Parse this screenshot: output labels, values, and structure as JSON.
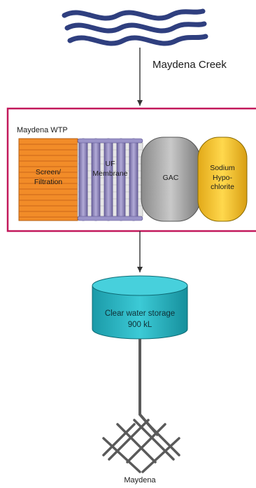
{
  "source": {
    "name": "Maydena Creek",
    "icon": "water-waves-icon",
    "wave_color": "#2f3f7f"
  },
  "plant": {
    "name": "Maydena WTP",
    "border_color": "#c2185b",
    "stages": [
      {
        "label": "Screen/\nFiltration",
        "icon": "screen-filter-icon",
        "color": "#f28c28"
      },
      {
        "label": "UF\nMembrane",
        "icon": "uf-membrane-icon",
        "color": "#8e86c0"
      },
      {
        "label": "GAC",
        "icon": "gac-vessel-icon",
        "color": "#9e9e9e"
      },
      {
        "label": "Sodium\nHypo-\nchlorite",
        "icon": "chlorine-tank-icon",
        "color": "#f4c430"
      }
    ]
  },
  "storage": {
    "name": "Clear water storage",
    "capacity": "900 kL",
    "icon": "storage-tank-icon",
    "color": "#26b6c4"
  },
  "town": {
    "name": "Maydena",
    "icon": "reticulation-network-icon"
  }
}
